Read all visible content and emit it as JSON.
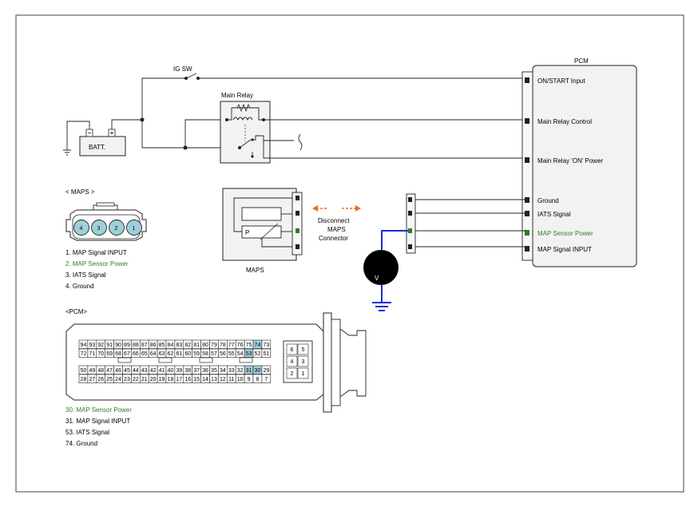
{
  "colors": {
    "power_green": "#2e7d32",
    "meter_wire_blue": "#1a2fd6",
    "highlight_pin": "#9fd0da",
    "arrow_orange": "#f26b1d"
  },
  "labels": {
    "pcm": "PCM",
    "ig_sw": "IG SW",
    "main_relay": "Main Relay",
    "batt": "BATT.",
    "maps_connector_title": "< MAPS     >",
    "maps": "MAPS",
    "sensor_p": "P",
    "disconnect_line1": "Disconnect",
    "disconnect_line2": "MAPS",
    "disconnect_line3": "Connector",
    "voltmeter": "V",
    "pcm_connector_title": "<PCM>"
  },
  "pcm_pins": [
    "ON/START Input",
    "Main Relay Control",
    "Main Relay 'ON' Power",
    "Ground",
    "IATS Signal",
    "MAP Sensor Power",
    "MAP Signal INPUT"
  ],
  "maps_pin_numbers": [
    "4",
    "3",
    "2",
    "1"
  ],
  "maps_legend": [
    "1.  MAP Signal INPUT",
    "2.  MAP Sensor Power",
    "3.  IATS Signal",
    "4.  Ground"
  ],
  "pcm_legend": [
    "30. MAP Sensor Power",
    "31.   MAP Signal INPUT",
    "53.   IATS Signal",
    "74.   Ground"
  ],
  "pcm_connector_rows": [
    [
      "94",
      "93",
      "92",
      "91",
      "90",
      "89",
      "88",
      "87",
      "86",
      "85",
      "84",
      "83",
      "82",
      "81",
      "80",
      "79",
      "78",
      "77",
      "76",
      "75",
      "74",
      "73"
    ],
    [
      "72",
      "71",
      "70",
      "69",
      "68",
      "67",
      "66",
      "65",
      "64",
      "63",
      "62",
      "61",
      "60",
      "59",
      "58",
      "57",
      "56",
      "55",
      "54",
      "53",
      "52",
      "51"
    ],
    [
      "50",
      "49",
      "48",
      "47",
      "46",
      "45",
      "44",
      "43",
      "42",
      "41",
      "40",
      "39",
      "38",
      "37",
      "36",
      "35",
      "34",
      "33",
      "32",
      "31",
      "30",
      "29"
    ],
    [
      "28",
      "27",
      "26",
      "25",
      "24",
      "23",
      "22",
      "21",
      "20",
      "19",
      "18",
      "17",
      "16",
      "15",
      "14",
      "13",
      "12",
      "11",
      "10",
      "9",
      "8",
      "7"
    ]
  ],
  "pcm_connector_small": [
    [
      "6",
      "5"
    ],
    [
      "4",
      "3"
    ],
    [
      "2",
      "1"
    ]
  ]
}
